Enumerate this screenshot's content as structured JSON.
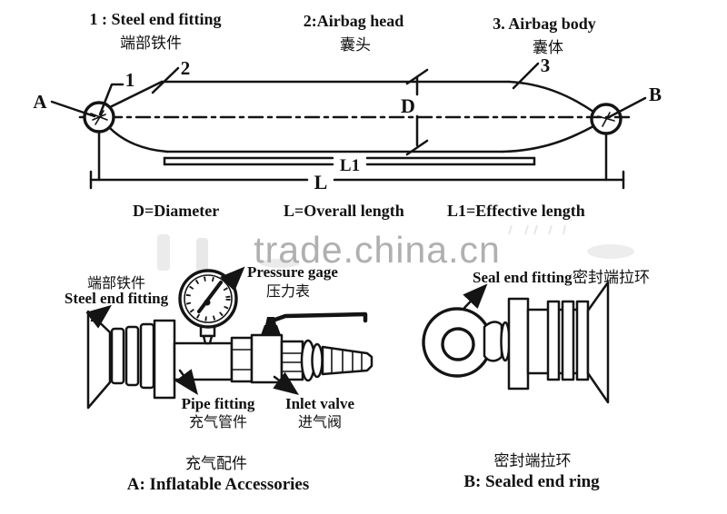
{
  "page": {
    "background": "#ffffff",
    "ink": "#141414",
    "watermark_color": "#b0b0b0"
  },
  "watermark": {
    "text": "trade.china.cn"
  },
  "top_diagram": {
    "labels": {
      "part1_en": "1 : Steel end fitting",
      "part1_zh": "端部铁件",
      "part2_en": "2:Airbag head",
      "part2_zh": "囊头",
      "part3_en": "3. Airbag body",
      "part3_zh": "囊体"
    },
    "callouts": {
      "n1": "1",
      "n2": "2",
      "n3": "3",
      "a": "A",
      "b": "B"
    },
    "dimensions": {
      "d": "D",
      "l1": "L1",
      "l": "L"
    }
  },
  "definitions": {
    "d": "D=Diameter",
    "l": "L=Overall length",
    "l1": "L1=Effective length"
  },
  "inflatable_accessories": {
    "steel_end_fitting_zh": "端部铁件",
    "steel_end_fitting_en": "Steel end fitting",
    "pressure_gage_en": "Pressure gage",
    "pressure_gage_zh": "压力表",
    "pipe_fitting_en": "Pipe fitting",
    "pipe_fitting_zh": "充气管件",
    "inlet_valve_en": "Inlet valve",
    "inlet_valve_zh": "进气阀",
    "caption_zh": "充气配件",
    "caption_en": "A: Inflatable Accessories"
  },
  "sealed_end_ring": {
    "seal_end_fitting_en": "Seal end fitting",
    "seal_end_fitting_zh": "密封端拉环",
    "caption_zh": "密封端拉环",
    "caption_en": "B: Sealed end ring"
  }
}
